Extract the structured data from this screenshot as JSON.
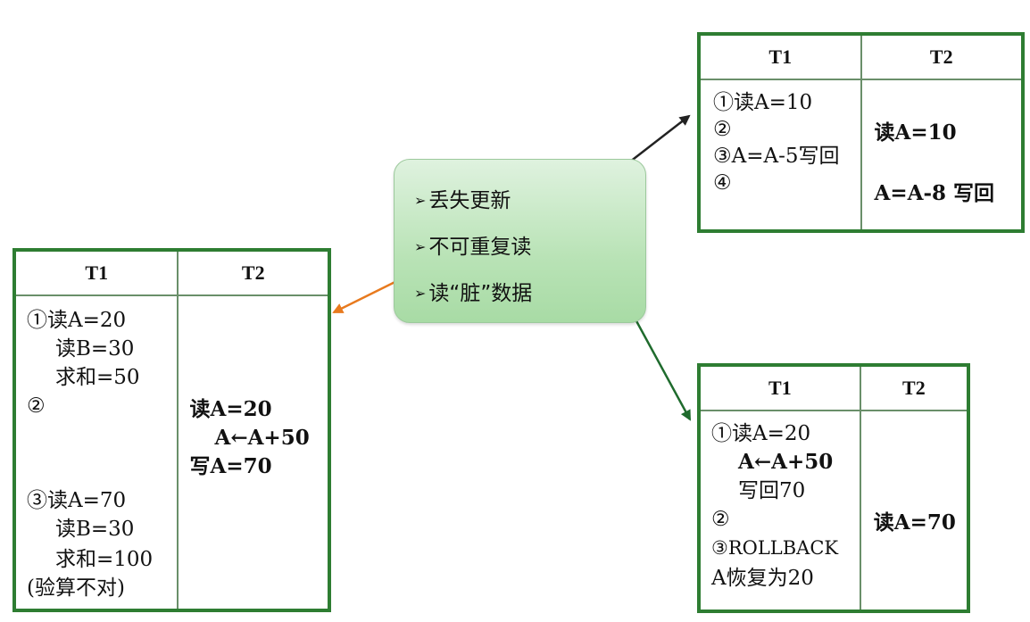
{
  "title": "",
  "center": {
    "items": [
      "丢失更新",
      "不可重复读",
      "读“脏”数据"
    ],
    "bullet_glyph": "➢"
  },
  "colors": {
    "table_border": "#2e7d32",
    "lost_update_line": "#222222",
    "non_repeatable_line": "#e87a1e",
    "dirty_read_line": "#1f6b2d"
  },
  "tables": {
    "lost_update": {
      "headers": [
        "T1",
        "T2"
      ],
      "t1": [
        "①读A=10",
        "②",
        "③A=A-5写回",
        "④"
      ],
      "t2": [
        "读A=10",
        "A=A-8 写回"
      ]
    },
    "non_repeatable": {
      "headers": [
        "T1",
        "T2"
      ],
      "t1": [
        "①读A=20",
        "读B=30",
        "求和=50",
        "②",
        "③读A=70",
        "读B=30",
        "求和=100",
        "(验算不对)"
      ],
      "t2": [
        "读A=20",
        "A←A+50",
        "写A=70"
      ]
    },
    "dirty": {
      "headers": [
        "T1",
        "T2"
      ],
      "t1": [
        "①读A=20",
        "A←A+50",
        "写回70",
        "②",
        "③ROLLBACK",
        "A恢复为20"
      ],
      "t2": [
        "读A=70"
      ]
    }
  }
}
